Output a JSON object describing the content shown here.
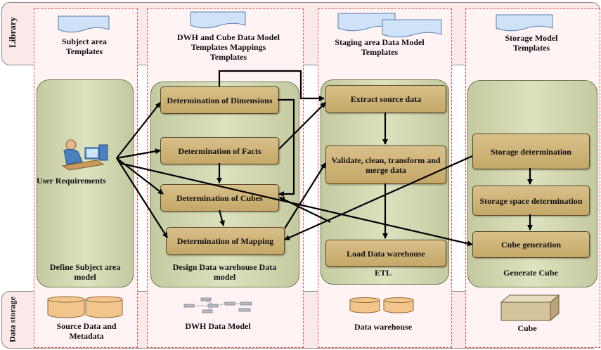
{
  "library_label": "Library",
  "storage_label": "Data storage",
  "templates": {
    "subject": "Subject area Templates",
    "dwh": "DWH and Cube Data Model Templates Mappings Templates",
    "staging": "Staging area Data Model Templates",
    "storage": "Storage Model Templates"
  },
  "panes": {
    "subject": "Define Subject area model",
    "dwh": "Design Data warehouse Data model",
    "etl": "ETL",
    "cube": "Generate Cube"
  },
  "user_requirements": "User Requirements",
  "boxes": {
    "dimensions": "Determination of Dimensions",
    "facts": "Determination of Facts",
    "cubes": "Determination of Cubes",
    "mapping": "Determination of Mapping",
    "extract": "Extract source data",
    "validate": "Validate, clean, transform and merge data",
    "load": "Load Data warehouse",
    "storage_det": "Storage determination",
    "storage_space": "Storage space determination",
    "cube_gen": "Cube generation"
  },
  "storage": {
    "source": "Source Data and Metadata",
    "dwh_model": "DWH Data Model",
    "warehouse": "Data warehouse",
    "cube": "Cube"
  }
}
